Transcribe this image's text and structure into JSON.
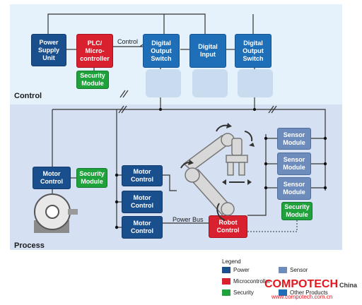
{
  "sections": {
    "control": "Control",
    "process": "Process"
  },
  "boxes": {
    "power_supply": "Power\nSupply\nUnit",
    "plc": "PLC/\nMicro-\ncontroller",
    "security_top": "Security\nModule",
    "dos1": "Digital\nOutput\nSwitch",
    "digital_input": "Digital\nInput",
    "dos2": "Digital\nOutput\nSwitch",
    "motor_left": "Motor\nControl",
    "security_left": "Security\nModule",
    "motor1": "Motor\nControl",
    "motor2": "Motor\nControl",
    "motor3": "Motor\nControl",
    "robot": "Robot\nControl",
    "sensor1": "Sensor\nModule",
    "sensor2": "Sensor\nModule",
    "sensor3": "Sensor\nModule",
    "security_right": "Security\nModule"
  },
  "labels": {
    "control_line": "Control",
    "power_bus": "Power Bus"
  },
  "legend": {
    "title": "Legend",
    "items": [
      {
        "label": "Power",
        "color": "#1a4f8e"
      },
      {
        "label": "Microcontroller",
        "color": "#d8202e"
      },
      {
        "label": "Security",
        "color": "#1fa23c"
      },
      {
        "label": "Sensor",
        "color": "#6d8cbc"
      },
      {
        "label": "Other Products",
        "color": "#1f6fb8"
      }
    ]
  },
  "watermark": {
    "brand": "COMPOTECH",
    "suffix": "China",
    "url": "www.compotech.com.cn"
  },
  "colors": {
    "control_bg": "#e6f2fb",
    "process_bg": "#d5e1f2",
    "line": "#333333"
  }
}
